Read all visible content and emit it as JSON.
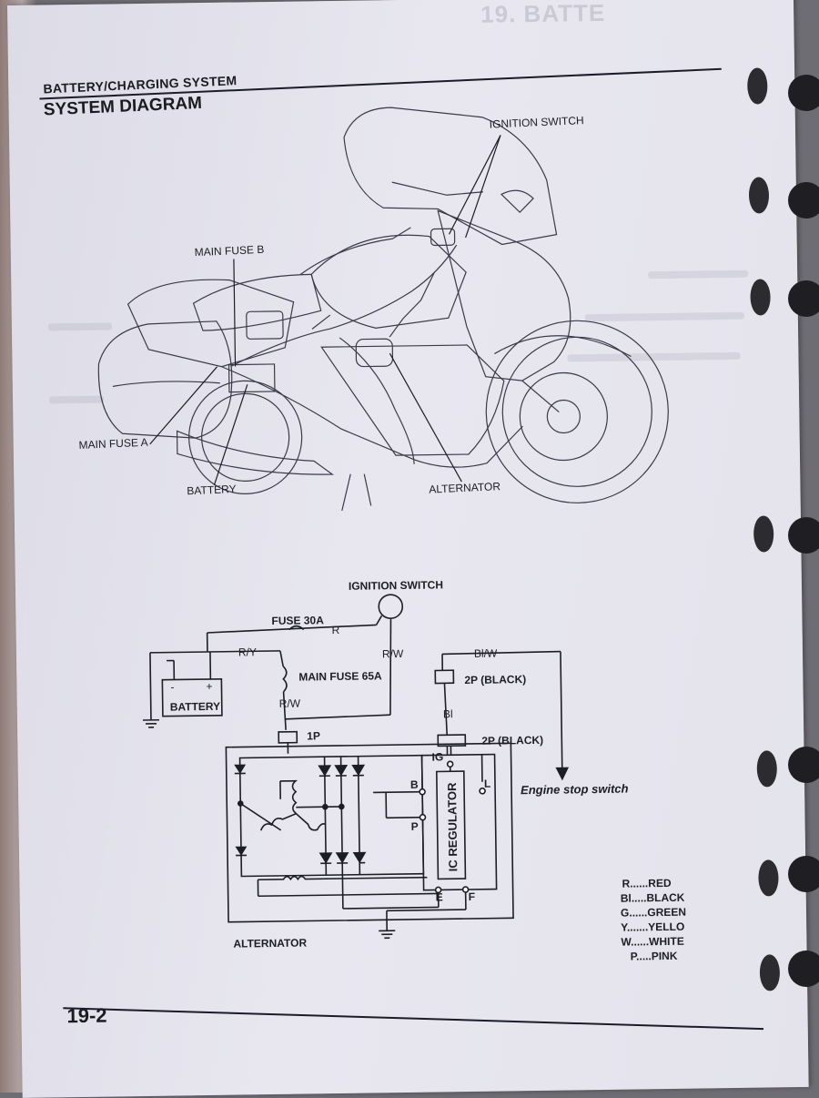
{
  "section_title": "BATTERY/CHARGING SYSTEM",
  "page_title": "SYSTEM DIAGRAM",
  "ghost_text": "19. BATTE",
  "illustration": {
    "labels": {
      "ignition_switch": "IGNITION SWITCH",
      "main_fuse_b": "MAIN FUSE B",
      "main_fuse_a": "MAIN FUSE A",
      "battery": "BATTERY",
      "alternator": "ALTERNATOR"
    }
  },
  "schematic": {
    "ignition_switch": "IGNITION SWITCH",
    "fuse_30a": "FUSE  30A",
    "wire_r": "R",
    "wire_ry": "R/Y",
    "wire_rw_top": "R/W",
    "wire_blw": "Bl/W",
    "main_fuse": "MAIN FUSE  65A",
    "battery": "BATTERY",
    "battery_neg": "-",
    "battery_pos": "+",
    "wire_rw_bottom": "R/W",
    "connector_2p_top": "2P (BLACK)",
    "wire_bl": "Bl",
    "connector_1p": "1P",
    "connector_2p_bottom": "2P (BLACK)",
    "terminal_ig": "IG",
    "terminal_b": "B",
    "terminal_l": "L",
    "terminal_p": "P",
    "terminal_e": "E",
    "terminal_f": "F",
    "ic_regulator": "IC REGULATOR",
    "engine_stop_switch": "Engine stop switch",
    "alternator": "ALTERNATOR"
  },
  "color_legend": [
    {
      "code": "R",
      "dots": "......",
      "name": "RED"
    },
    {
      "code": "Bl",
      "dots": ".....",
      "name": "BLACK"
    },
    {
      "code": "G",
      "dots": "......",
      "name": "GREEN"
    },
    {
      "code": "Y",
      "dots": ".......",
      "name": "YELLO"
    },
    {
      "code": "W",
      "dots": "......",
      "name": "WHITE"
    },
    {
      "code": "P",
      "dots": ".....",
      "name": "PINK"
    }
  ],
  "page_number": "19-2"
}
